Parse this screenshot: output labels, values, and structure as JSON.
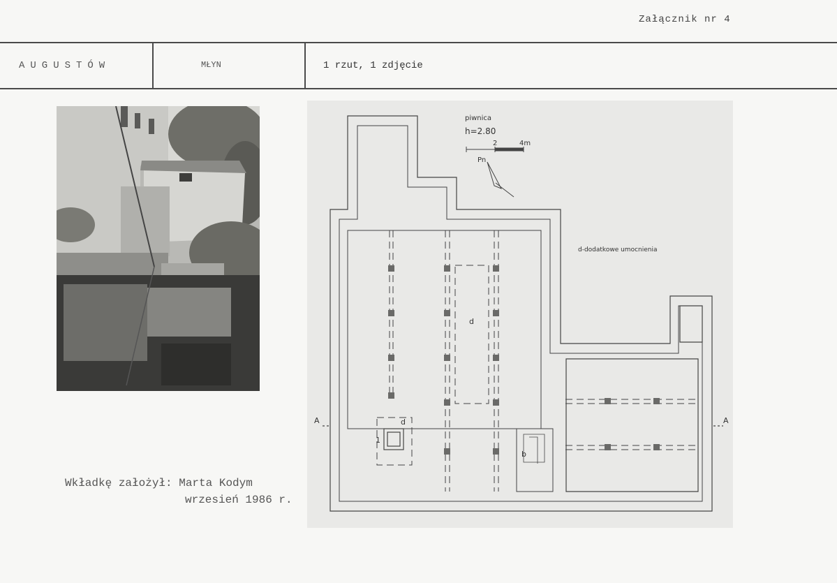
{
  "annex": "Załącznik nr 4",
  "header": {
    "place": "AUGUSTÓW",
    "object": "MŁYN",
    "contents": "1 rzut, 1 zdjęcie"
  },
  "author": {
    "line1": "Wkładkę założył: Marta Kodym",
    "line2": "wrzesień 1986 r."
  },
  "plan": {
    "level_label": "piwnica",
    "height_label": "h=2.80",
    "scale_mid": "2",
    "scale_end": "4m",
    "north_label": "Pn",
    "legend": "d-dodatkowe umocnienia",
    "label_d": "d",
    "label_d2": "d",
    "label_1": "1",
    "label_b": "b",
    "section_left": "A",
    "section_right": "A"
  }
}
